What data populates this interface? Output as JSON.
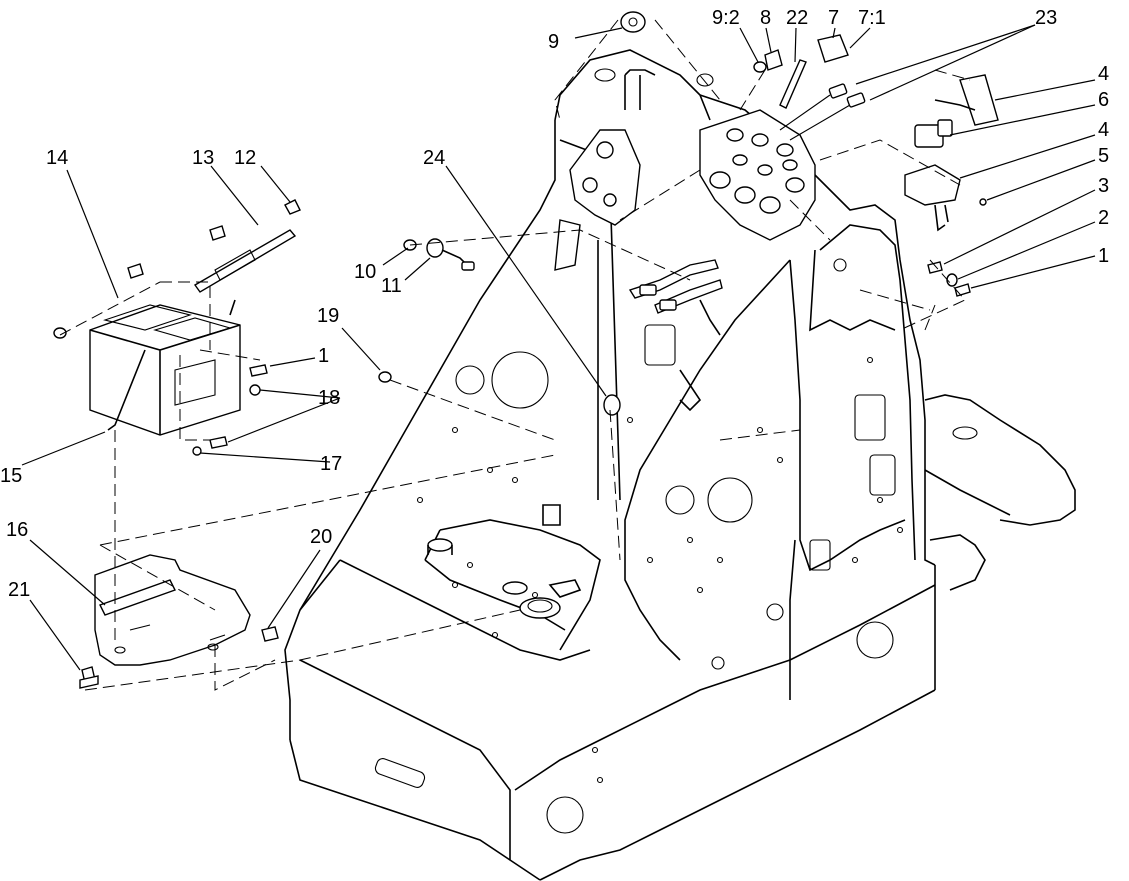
{
  "callouts": [
    {
      "id": "c-9",
      "label": "9"
    },
    {
      "id": "c-9-2",
      "label": "9:2"
    },
    {
      "id": "c-8",
      "label": "8"
    },
    {
      "id": "c-22",
      "label": "22"
    },
    {
      "id": "c-7",
      "label": "7"
    },
    {
      "id": "c-7-1",
      "label": "7:1"
    },
    {
      "id": "c-23",
      "label": "23"
    },
    {
      "id": "c-4a",
      "label": "4"
    },
    {
      "id": "c-6",
      "label": "6"
    },
    {
      "id": "c-4b",
      "label": "4"
    },
    {
      "id": "c-5",
      "label": "5"
    },
    {
      "id": "c-3",
      "label": "3"
    },
    {
      "id": "c-2",
      "label": "2"
    },
    {
      "id": "c-1a",
      "label": "1"
    },
    {
      "id": "c-14",
      "label": "14"
    },
    {
      "id": "c-13",
      "label": "13"
    },
    {
      "id": "c-12",
      "label": "12"
    },
    {
      "id": "c-24",
      "label": "24"
    },
    {
      "id": "c-10",
      "label": "10"
    },
    {
      "id": "c-11",
      "label": "11"
    },
    {
      "id": "c-19",
      "label": "19"
    },
    {
      "id": "c-1b",
      "label": "1"
    },
    {
      "id": "c-18",
      "label": "18"
    },
    {
      "id": "c-17",
      "label": "17"
    },
    {
      "id": "c-15",
      "label": "15"
    },
    {
      "id": "c-16",
      "label": "16"
    },
    {
      "id": "c-20",
      "label": "20"
    },
    {
      "id": "c-21",
      "label": "21"
    }
  ]
}
